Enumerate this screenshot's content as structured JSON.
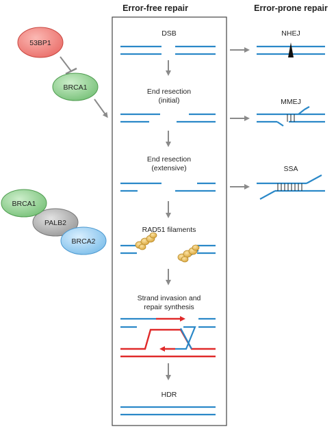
{
  "headers": {
    "error_free": "Error-free repair",
    "error_prone": "Error-prone repair"
  },
  "steps": {
    "dsb": "DSB",
    "resection_initial_line1": "End resection",
    "resection_initial_line2": "(initial)",
    "resection_extensive_line1": "End resection",
    "resection_extensive_line2": "(extensive)",
    "rad51": "RAD51 filaments",
    "invasion_line1": "Strand invasion and",
    "invasion_line2": "repair synthesis",
    "hdr": "HDR"
  },
  "error_prone": {
    "nhej": "NHEJ",
    "mmej": "MMEJ",
    "ssa": "SSA"
  },
  "proteins": {
    "p53bp1": "53BP1",
    "brca1_top": "BRCA1",
    "brca1_complex": "BRCA1",
    "palb2": "PALB2",
    "brca2": "BRCA2"
  },
  "colors": {
    "dna_strand": "#2a88c8",
    "synthesis_strand": "#e02a2a",
    "p53bp1_fill": "#f08a8a",
    "brca1_fill": "#8fcf8f",
    "palb2_fill": "#bdbdbd",
    "brca2_fill": "#9fd0f0",
    "rad51_fill": "#e8b84a",
    "arrow_gray": "#8a8a8a"
  }
}
